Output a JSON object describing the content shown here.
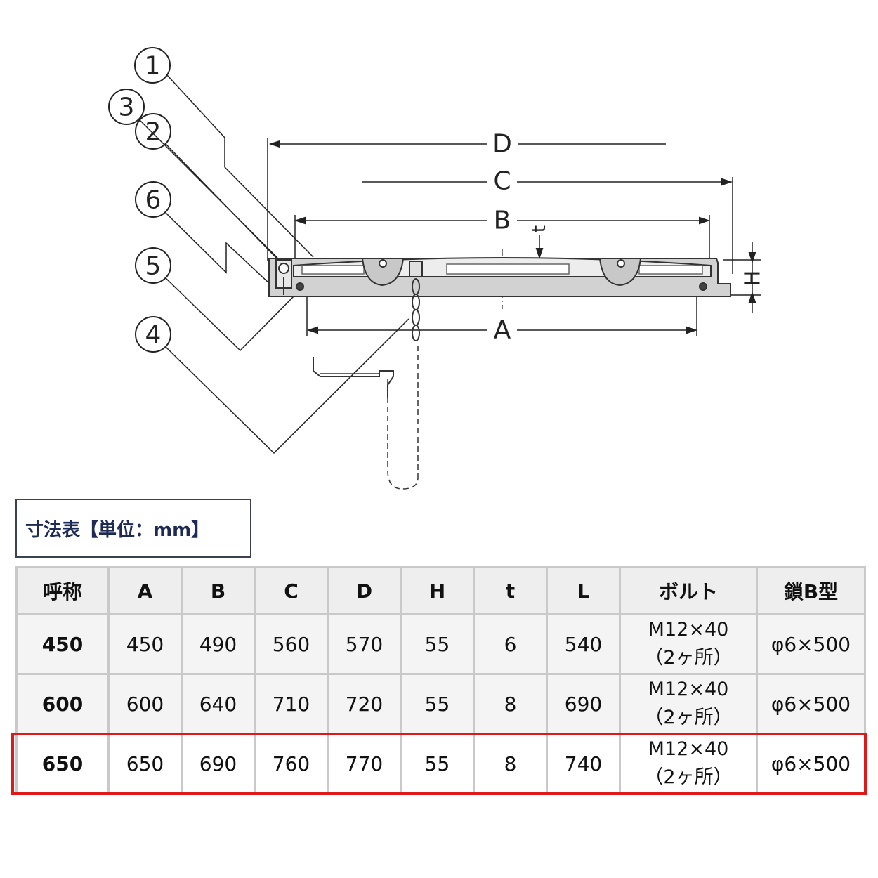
{
  "diagram": {
    "callouts": [
      "1",
      "3",
      "2",
      "6",
      "5",
      "4"
    ],
    "dimensions": {
      "D": "D",
      "C": "C",
      "B": "B",
      "A": "A",
      "t": "t",
      "H": "H"
    }
  },
  "table_title": "寸法表【単位：mm】",
  "table": {
    "headers": [
      "呼称",
      "A",
      "B",
      "C",
      "D",
      "H",
      "t",
      "L",
      "ボルト",
      "鎖B型"
    ],
    "rows": [
      {
        "size": "450",
        "A": "450",
        "B": "490",
        "C": "560",
        "D": "570",
        "H": "55",
        "t": "6",
        "L": "540",
        "bolt1": "M12×40",
        "bolt2": "（2ヶ所）",
        "chain": "φ6×500"
      },
      {
        "size": "600",
        "A": "600",
        "B": "640",
        "C": "710",
        "D": "720",
        "H": "55",
        "t": "8",
        "L": "690",
        "bolt1": "M12×40",
        "bolt2": "（2ヶ所）",
        "chain": "φ6×500"
      },
      {
        "size": "650",
        "A": "650",
        "B": "690",
        "C": "760",
        "D": "770",
        "H": "55",
        "t": "8",
        "L": "740",
        "bolt1": "M12×40",
        "bolt2": "（2ヶ所）",
        "chain": "φ6×500"
      }
    ],
    "highlighted_row": "650"
  },
  "colors": {
    "highlight": "#e01818",
    "title_text": "#1e2a56",
    "header_bg": "#eeeeee",
    "grid": "#c9c9c9"
  }
}
